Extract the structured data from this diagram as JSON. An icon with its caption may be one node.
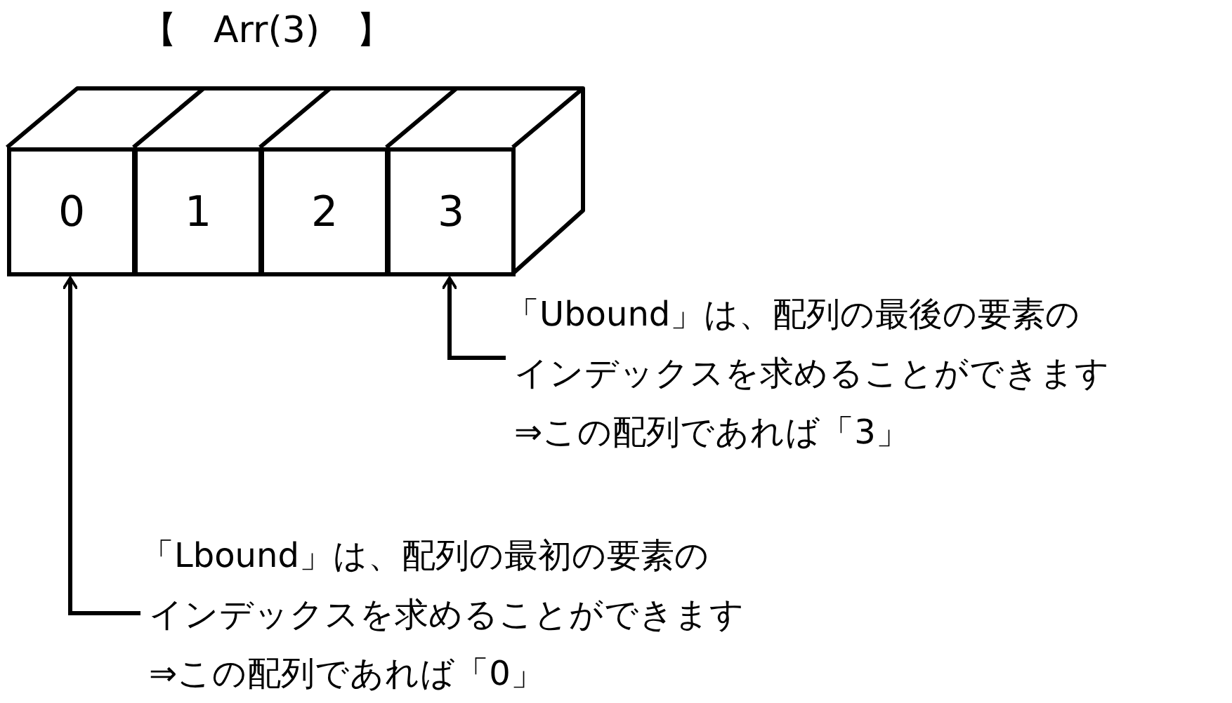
{
  "diagram": {
    "title": "【　Arr(3)　】",
    "nodes": [
      {
        "text": [
          "0"
        ]
      },
      {
        "text": [
          "1"
        ]
      },
      {
        "text": [
          "2"
        ]
      },
      {
        "text": [
          "3"
        ]
      },
      {
        "text": [
          "「Ubound」は、配列の最後の要素の",
          "インデックスを求めることができます",
          "⇒この配列であれば「3」"
        ]
      },
      {
        "text": [
          "「Lbound」は、配列の最初の要素の",
          "インデックスを求めることができます",
          "⇒この配列であれば「0」"
        ]
      }
    ],
    "edges": [
      {
        "from": 4,
        "to": 3,
        "arrow": "to"
      },
      {
        "from": 5,
        "to": 0,
        "arrow": "to"
      }
    ]
  }
}
